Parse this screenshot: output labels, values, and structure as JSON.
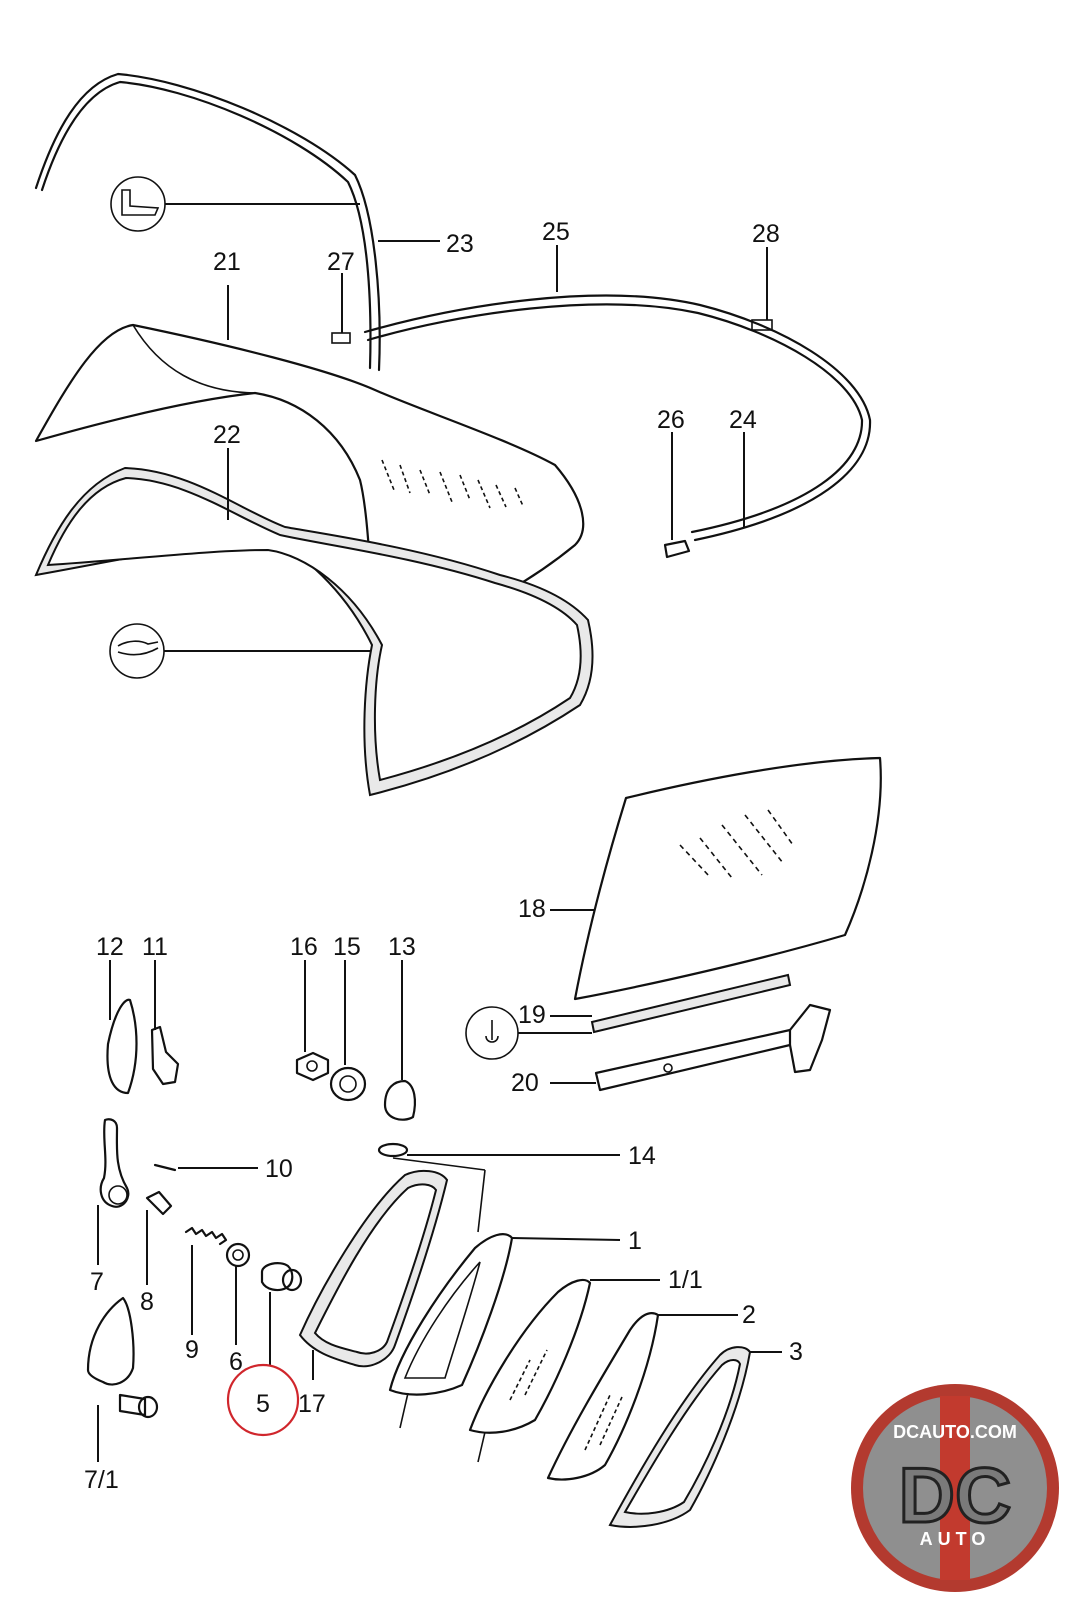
{
  "diagram": {
    "callouts": [
      "23",
      "25",
      "28",
      "21",
      "27",
      "26",
      "24",
      "22",
      "18",
      "12",
      "11",
      "16",
      "15",
      "13",
      "19",
      "20",
      "10",
      "14",
      "1",
      "7",
      "8",
      "9",
      "6",
      "5",
      "17",
      "1/1",
      "2",
      "3",
      "7/1"
    ],
    "highlighted_callout": "5",
    "highlight_color": "#d0262c"
  },
  "logo": {
    "domain": "DCAUTO.COM",
    "letters": "DC",
    "sub": "AUTO",
    "colors": {
      "ring": "#b33a2f",
      "body": "#9a9a9a",
      "stripe": "#c23a2e"
    }
  }
}
